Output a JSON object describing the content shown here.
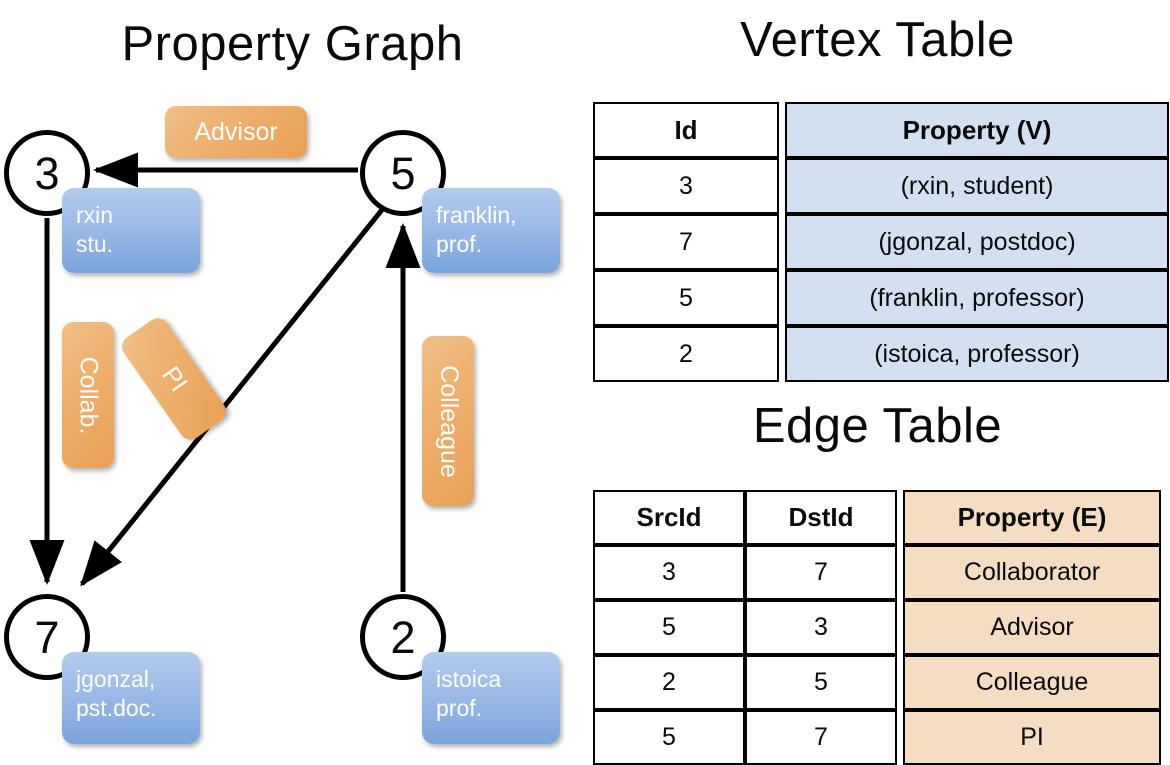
{
  "titles": {
    "property_graph": "Property Graph",
    "vertex_table": "Vertex Table",
    "edge_table": "Edge Table"
  },
  "colors": {
    "vertex_property_fill": "#d3e0f2",
    "edge_property_fill": "#f5ddc3",
    "vertex_box_blue": "#9dbde7",
    "edge_label_orange": "#eeb271",
    "stroke": "#000000",
    "background": "#ffffff"
  },
  "graph": {
    "nodes": [
      {
        "id": "3",
        "label": "3",
        "property_text": "rxin\nstu."
      },
      {
        "id": "5",
        "label": "5",
        "property_text": "franklin,\nprof."
      },
      {
        "id": "7",
        "label": "7",
        "property_text": "jgonzal,\npst.doc."
      },
      {
        "id": "2",
        "label": "2",
        "property_text": "istoica\nprof."
      }
    ],
    "edge_labels": [
      {
        "name": "advisor",
        "text": "Advisor",
        "orientation": "horizontal"
      },
      {
        "name": "collab",
        "text": "Collab.",
        "orientation": "vertical"
      },
      {
        "name": "pi",
        "text": "PI",
        "orientation": "rotated"
      },
      {
        "name": "colleague",
        "text": "Colleague",
        "orientation": "vertical"
      }
    ],
    "edges": [
      {
        "from": "5",
        "to": "3",
        "label": "Advisor"
      },
      {
        "from": "3",
        "to": "7",
        "label": "Collab."
      },
      {
        "from": "5",
        "to": "7",
        "label": "PI"
      },
      {
        "from": "2",
        "to": "5",
        "label": "Colleague"
      }
    ]
  },
  "vertex_table": {
    "headers": [
      "Id",
      "Property (V)"
    ],
    "rows": [
      {
        "id": "3",
        "property": "(rxin, student)"
      },
      {
        "id": "7",
        "property": "(jgonzal, postdoc)"
      },
      {
        "id": "5",
        "property": "(franklin, professor)"
      },
      {
        "id": "2",
        "property": "(istoica, professor)"
      }
    ]
  },
  "edge_table": {
    "headers": [
      "SrcId",
      "DstId",
      "Property (E)"
    ],
    "rows": [
      {
        "src": "3",
        "dst": "7",
        "property": "Collaborator"
      },
      {
        "src": "5",
        "dst": "3",
        "property": "Advisor"
      },
      {
        "src": "2",
        "dst": "5",
        "property": "Colleague"
      },
      {
        "src": "5",
        "dst": "7",
        "property": "PI"
      }
    ]
  }
}
